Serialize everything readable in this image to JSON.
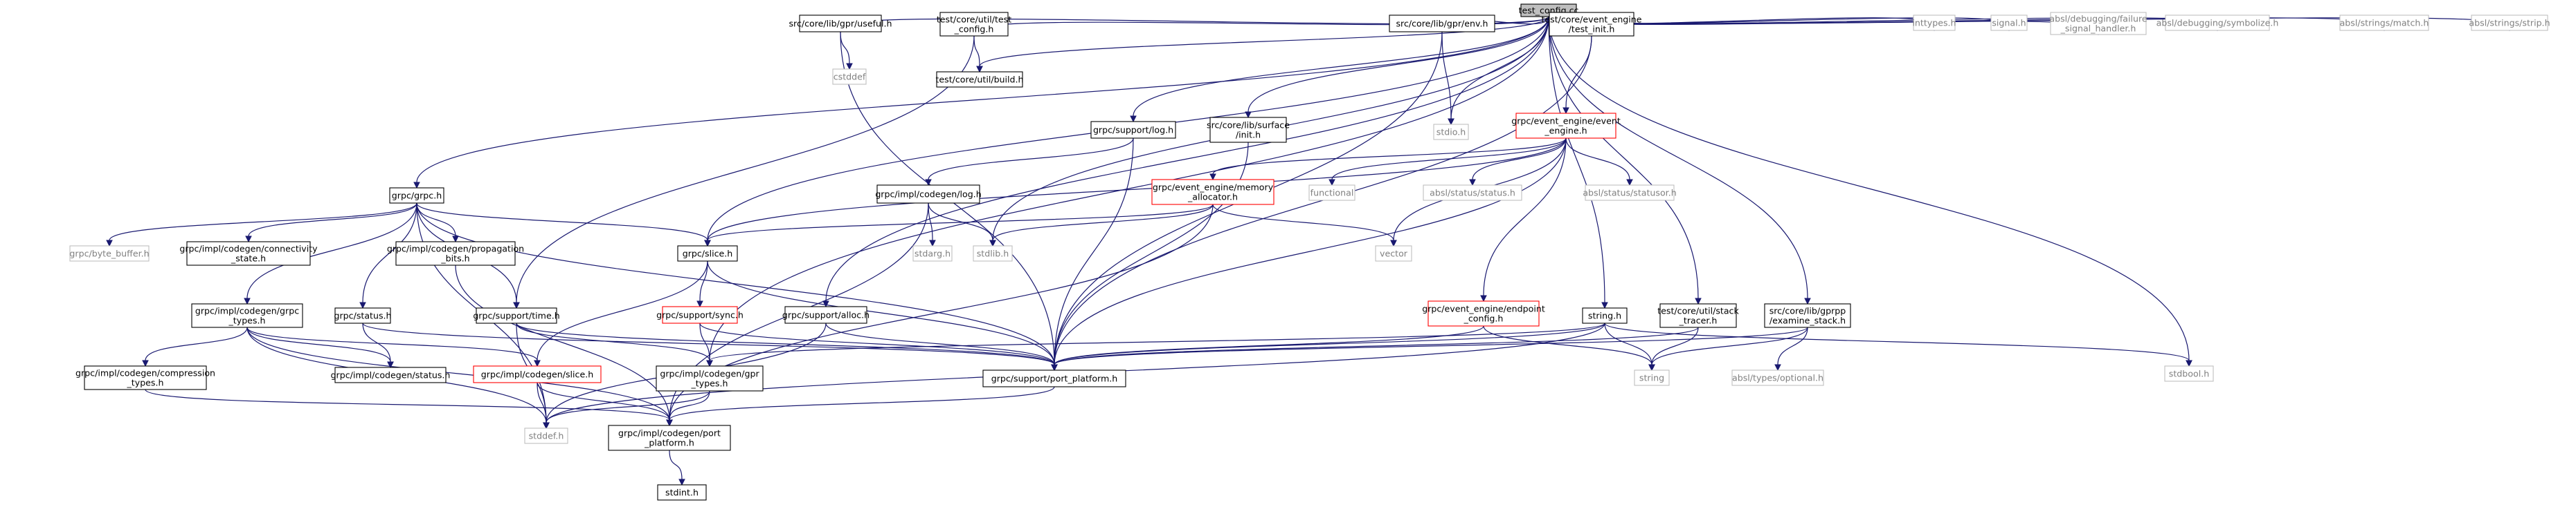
{
  "nodes": [
    {
      "id": "root",
      "lines": [
        "test_config.cc"
      ],
      "style": "root"
    },
    {
      "id": "useful",
      "lines": [
        "src/core/lib/gpr/useful.h"
      ],
      "style": "black"
    },
    {
      "id": "tcfg",
      "lines": [
        "test/core/util/test",
        "_config.h"
      ],
      "style": "black"
    },
    {
      "id": "genv",
      "lines": [
        "src/core/lib/gpr/env.h"
      ],
      "style": "black"
    },
    {
      "id": "eeinit",
      "lines": [
        "test/core/event_engine",
        "/test_init.h"
      ],
      "style": "black"
    },
    {
      "id": "inttypes",
      "lines": [
        "inttypes.h"
      ],
      "style": "gray"
    },
    {
      "id": "signal",
      "lines": [
        "signal.h"
      ],
      "style": "gray"
    },
    {
      "id": "failure",
      "lines": [
        "absl/debugging/failure",
        "_signal_handler.h"
      ],
      "style": "gray"
    },
    {
      "id": "symbolize",
      "lines": [
        "absl/debugging/symbolize.h"
      ],
      "style": "gray"
    },
    {
      "id": "match",
      "lines": [
        "absl/strings/match.h"
      ],
      "style": "gray"
    },
    {
      "id": "strip",
      "lines": [
        "absl/strings/strip.h"
      ],
      "style": "gray"
    },
    {
      "id": "cstddef",
      "lines": [
        "cstddef"
      ],
      "style": "gray"
    },
    {
      "id": "build",
      "lines": [
        "test/core/util/build.h"
      ],
      "style": "black"
    },
    {
      "id": "stdio",
      "lines": [
        "stdio.h"
      ],
      "style": "gray"
    },
    {
      "id": "eeh",
      "lines": [
        "grpc/event_engine/event",
        "_engine.h"
      ],
      "style": "red"
    },
    {
      "id": "slog",
      "lines": [
        "grpc/support/log.h"
      ],
      "style": "black"
    },
    {
      "id": "surface",
      "lines": [
        "src/core/lib/surface",
        "/init.h"
      ],
      "style": "black"
    },
    {
      "id": "grpch",
      "lines": [
        "grpc/grpc.h"
      ],
      "style": "black"
    },
    {
      "id": "clog",
      "lines": [
        "grpc/impl/codegen/log.h"
      ],
      "style": "black"
    },
    {
      "id": "memalloc",
      "lines": [
        "grpc/event_engine/memory",
        "_allocator.h"
      ],
      "style": "red"
    },
    {
      "id": "functional",
      "lines": [
        "functional"
      ],
      "style": "gray"
    },
    {
      "id": "abslstatus",
      "lines": [
        "absl/status/status.h"
      ],
      "style": "gray"
    },
    {
      "id": "statusor",
      "lines": [
        "absl/status/statusor.h"
      ],
      "style": "gray"
    },
    {
      "id": "bytebuf",
      "lines": [
        "grpc/byte_buffer.h"
      ],
      "style": "gray"
    },
    {
      "id": "connstate",
      "lines": [
        "grpc/impl/codegen/connectivity",
        "_state.h"
      ],
      "style": "black"
    },
    {
      "id": "propbits",
      "lines": [
        "grpc/impl/codegen/propagation",
        "_bits.h"
      ],
      "style": "black"
    },
    {
      "id": "slice",
      "lines": [
        "grpc/slice.h"
      ],
      "style": "black"
    },
    {
      "id": "stdarg",
      "lines": [
        "stdarg.h"
      ],
      "style": "gray"
    },
    {
      "id": "stdlib",
      "lines": [
        "stdlib.h"
      ],
      "style": "gray"
    },
    {
      "id": "vector",
      "lines": [
        "vector"
      ],
      "style": "gray"
    },
    {
      "id": "grpctypes",
      "lines": [
        "grpc/impl/codegen/grpc",
        "_types.h"
      ],
      "style": "black"
    },
    {
      "id": "status",
      "lines": [
        "grpc/status.h"
      ],
      "style": "black"
    },
    {
      "id": "time",
      "lines": [
        "grpc/support/time.h"
      ],
      "style": "black"
    },
    {
      "id": "sync",
      "lines": [
        "grpc/support/sync.h"
      ],
      "style": "red"
    },
    {
      "id": "alloc",
      "lines": [
        "grpc/support/alloc.h"
      ],
      "style": "black"
    },
    {
      "id": "endpoint",
      "lines": [
        "grpc/event_engine/endpoint",
        "_config.h"
      ],
      "style": "red"
    },
    {
      "id": "stringh",
      "lines": [
        "string.h"
      ],
      "style": "black"
    },
    {
      "id": "stacktracer",
      "lines": [
        "test/core/util/stack",
        "_tracer.h"
      ],
      "style": "black"
    },
    {
      "id": "examine",
      "lines": [
        "src/core/lib/gprpp",
        "/examine_stack.h"
      ],
      "style": "black"
    },
    {
      "id": "stdbool",
      "lines": [
        "stdbool.h"
      ],
      "style": "gray"
    },
    {
      "id": "compression",
      "lines": [
        "grpc/impl/codegen/compression",
        "_types.h"
      ],
      "style": "black"
    },
    {
      "id": "cstatus",
      "lines": [
        "grpc/impl/codegen/status.h"
      ],
      "style": "black"
    },
    {
      "id": "cslice",
      "lines": [
        "grpc/impl/codegen/slice.h"
      ],
      "style": "red"
    },
    {
      "id": "gprtypes",
      "lines": [
        "grpc/impl/codegen/gpr",
        "_types.h"
      ],
      "style": "black"
    },
    {
      "id": "portplat",
      "lines": [
        "grpc/support/port_platform.h"
      ],
      "style": "black"
    },
    {
      "id": "stringstd",
      "lines": [
        "string"
      ],
      "style": "gray"
    },
    {
      "id": "optional",
      "lines": [
        "absl/types/optional.h"
      ],
      "style": "gray"
    },
    {
      "id": "stddef",
      "lines": [
        "stddef.h"
      ],
      "style": "gray"
    },
    {
      "id": "cportplat",
      "lines": [
        "grpc/impl/codegen/port",
        "_platform.h"
      ],
      "style": "black"
    },
    {
      "id": "stdint",
      "lines": [
        "stdint.h"
      ],
      "style": "black"
    }
  ]
}
